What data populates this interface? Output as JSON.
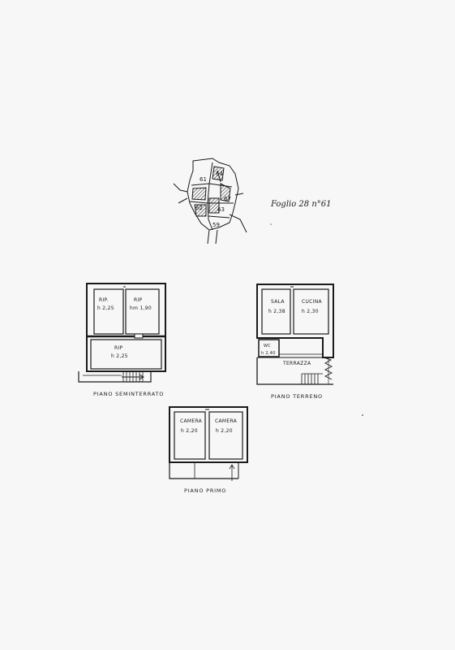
{
  "cadastral": {
    "reference": "Foglio 28 n°61",
    "parcels": [
      "61",
      "64",
      "67",
      "62",
      "63",
      "59"
    ]
  },
  "plans": {
    "seminterrato": {
      "caption": "PIANO SEMINTERRATO",
      "rooms": [
        {
          "name": "RIP.",
          "height": "h 2,25"
        },
        {
          "name": "RIP",
          "height": "hm 1,90"
        },
        {
          "name": "RIP",
          "height": "h 2,25"
        }
      ]
    },
    "terreno": {
      "caption": "PIANO TERRENO",
      "rooms": [
        {
          "name": "SALA",
          "height": "h 2,38"
        },
        {
          "name": "CUCINA",
          "height": "h 2,30"
        },
        {
          "name": "WC",
          "height": "h 2,40"
        }
      ],
      "terrace": "TERRAZZA"
    },
    "primo": {
      "caption": "PIANO PRIMO",
      "rooms": [
        {
          "name": "CAMERA",
          "height": "h 2,20"
        },
        {
          "name": "CAMERA",
          "height": "h 2,20"
        }
      ]
    }
  },
  "colors": {
    "paper": "#f7f7f7",
    "ink": "#1a1a1a"
  }
}
